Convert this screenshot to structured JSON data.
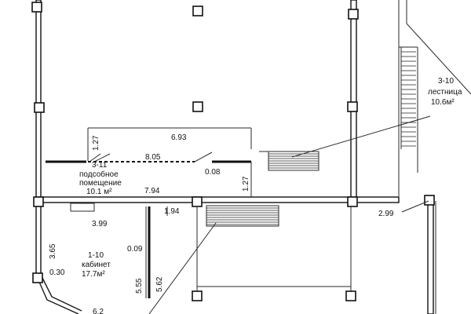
{
  "rooms": [
    {
      "id": "3-10",
      "name": "лестница",
      "area": "10.6м²"
    },
    {
      "id": "3-11",
      "name_line1": "подсобное",
      "name_line2": "помещение",
      "area": "10.1 м²"
    },
    {
      "id": "1-10",
      "name": "кабинет",
      "area": "17.7м²"
    }
  ],
  "dimensions": {
    "d693": "6.93",
    "d127a": "1.27",
    "d805": "8.05",
    "d008": "0.08",
    "d127b": "1.27",
    "d794": "7.94",
    "d194": "1.94",
    "d399": "3.99",
    "d299": "2.99",
    "d365": "3.65",
    "d009": "0.09",
    "d030": "0.30",
    "d555": "5.55",
    "d562": "5.62",
    "d62": "6.2"
  }
}
